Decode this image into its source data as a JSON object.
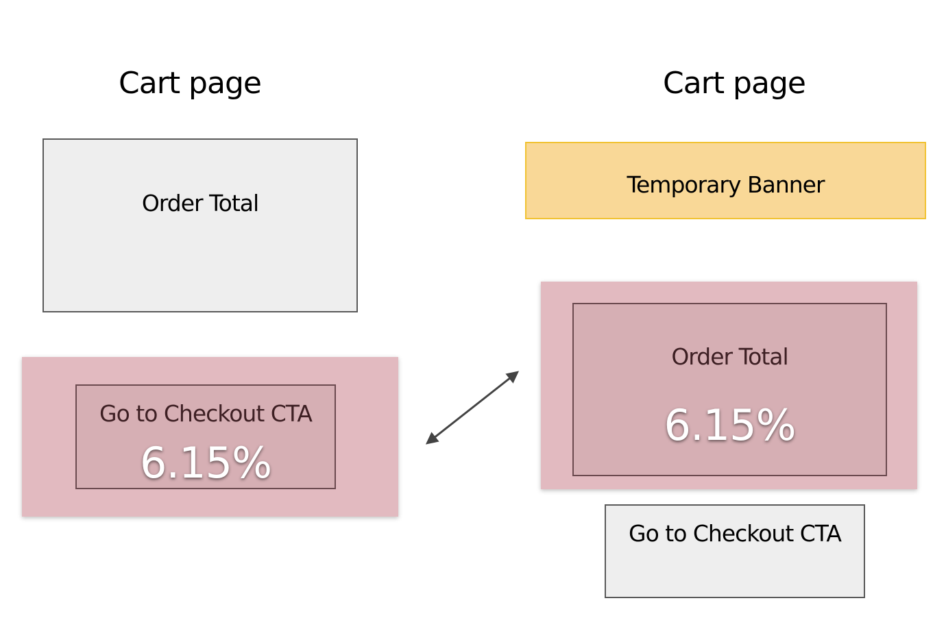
{
  "left": {
    "title": "Cart page",
    "order_total_label": "Order Total",
    "cta_label": "Go to Checkout CTA",
    "cta_metric": "6.15%"
  },
  "right": {
    "title": "Cart page",
    "banner_label": "Temporary Banner",
    "order_total_label": "Order Total",
    "order_total_metric": "6.15%",
    "cta_label": "Go to Checkout CTA"
  },
  "colors": {
    "gray_fill": "#eeeeee",
    "banner_fill": "#f9d897",
    "highlight_fill": "#e2bac0",
    "inner_fill": "#d6afb4"
  }
}
